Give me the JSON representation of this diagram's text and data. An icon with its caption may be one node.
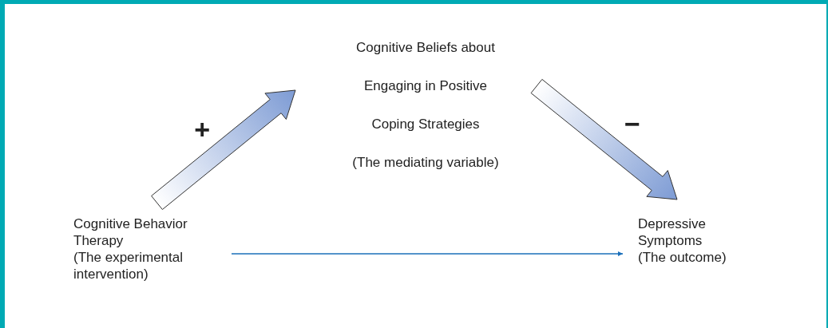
{
  "diagram": {
    "nodes": [
      {
        "text": [
          "Cognitive Behavior Therapy",
          "(The experimental intervention)"
        ]
      },
      {
        "text": [
          "Cognitive Beliefs about Engaging in Positive Coping Strategies",
          "(The mediating variable)"
        ]
      },
      {
        "text": [
          "Depressive Symptoms",
          "(The outcome)"
        ]
      }
    ],
    "edges": [
      {
        "from": 0,
        "to": 1,
        "arrow": "to",
        "label": "+",
        "style": "thick"
      },
      {
        "from": 1,
        "to": 2,
        "arrow": "to",
        "label": "−",
        "style": "thick"
      },
      {
        "from": 0,
        "to": 2,
        "arrow": "to",
        "color": "#1a6fba"
      }
    ]
  }
}
